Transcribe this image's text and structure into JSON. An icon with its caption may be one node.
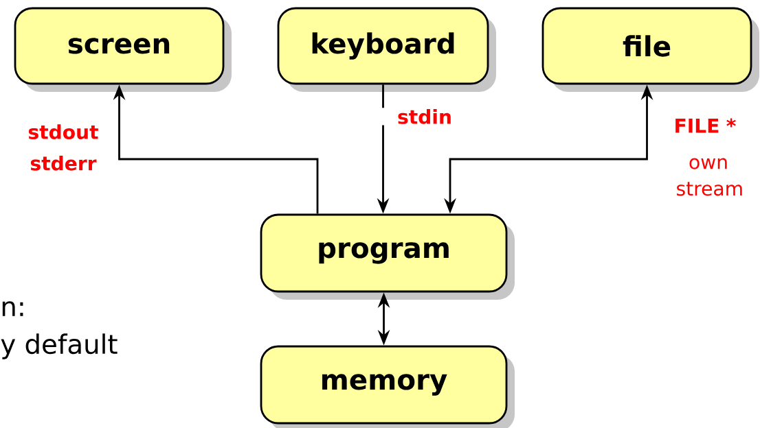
{
  "diagram": {
    "nodes": [
      {
        "text": [
          "screen"
        ]
      },
      {
        "text": [
          "keyboard"
        ]
      },
      {
        "text": [
          "file"
        ]
      },
      {
        "text": [
          "program"
        ]
      },
      {
        "text": [
          "memory"
        ]
      }
    ],
    "edges": [
      {
        "from": 3,
        "to": 0,
        "arrow": "to",
        "label": "stdout stderr"
      },
      {
        "from": 1,
        "to": 3,
        "arrow": "to",
        "label": "stdin"
      },
      {
        "from": 3,
        "to": 2,
        "arrow": "both",
        "label": "FILE *"
      },
      {
        "from": 3,
        "to": 4,
        "arrow": "both"
      }
    ],
    "labels": [
      "own stream",
      "n:",
      "y default"
    ]
  }
}
